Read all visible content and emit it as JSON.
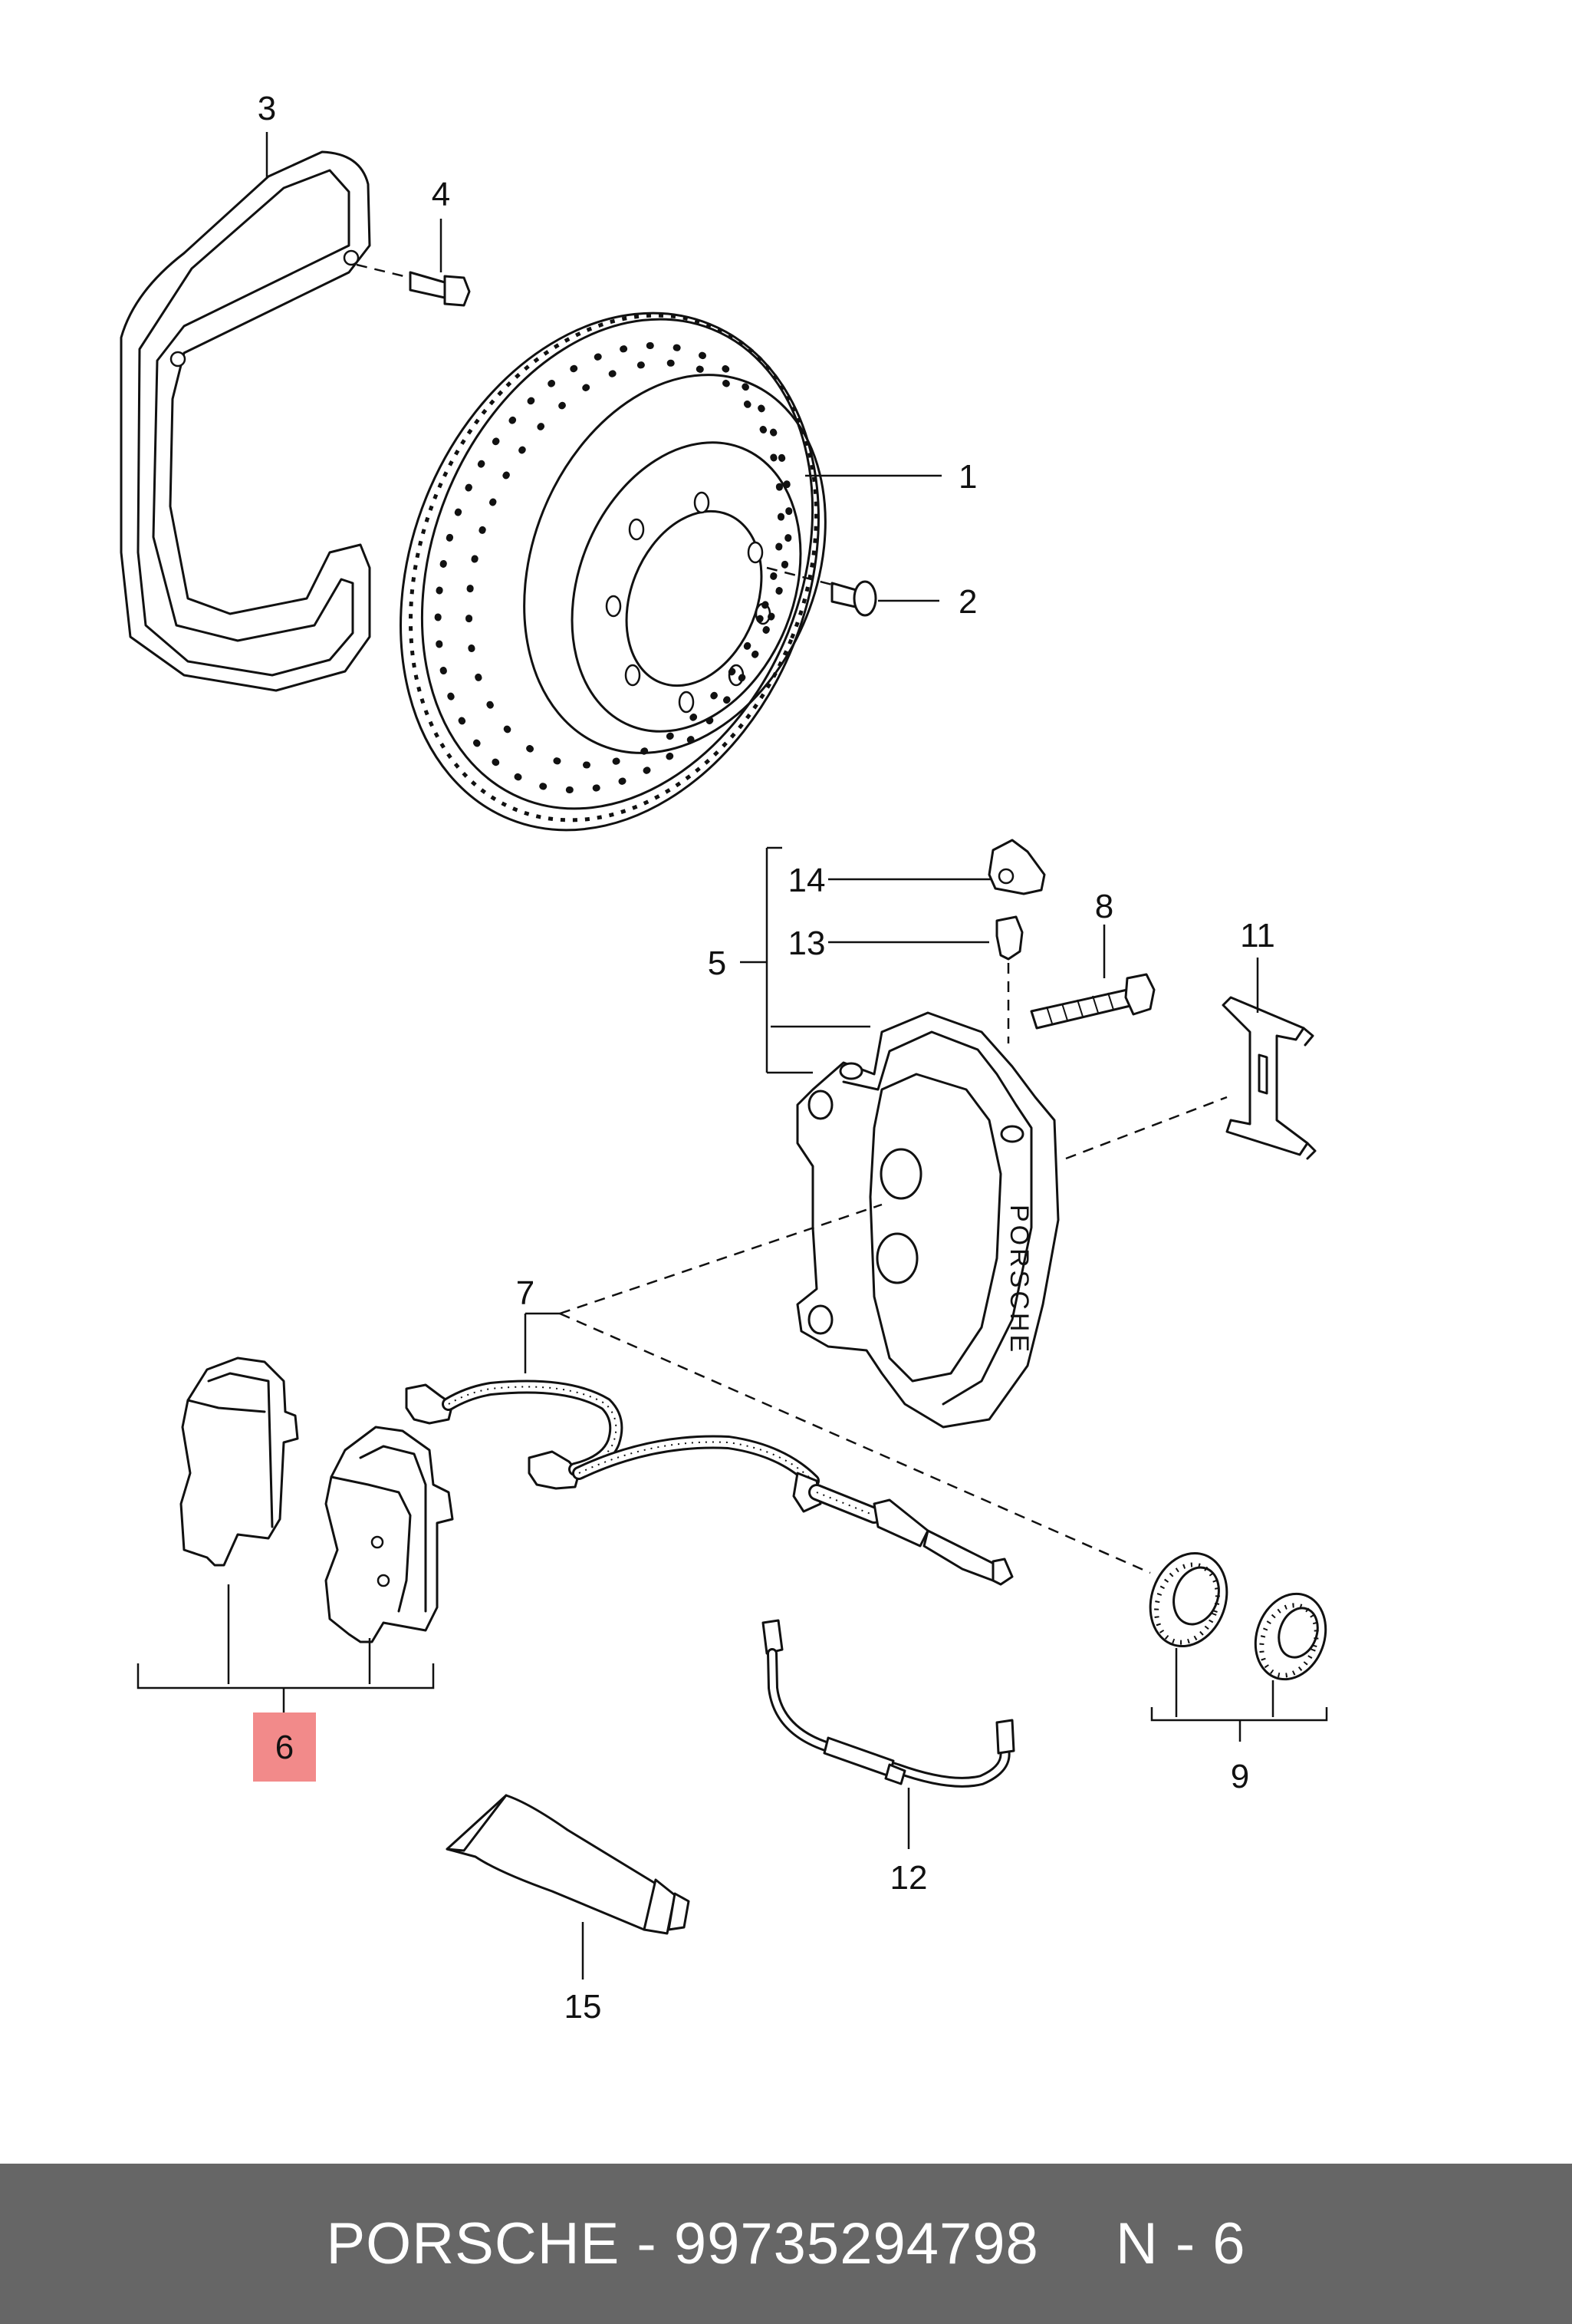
{
  "diagram": {
    "callouts": [
      {
        "id": "1",
        "label": "1"
      },
      {
        "id": "2",
        "label": "2"
      },
      {
        "id": "3",
        "label": "3"
      },
      {
        "id": "4",
        "label": "4"
      },
      {
        "id": "5",
        "label": "5"
      },
      {
        "id": "6",
        "label": "6",
        "highlighted": true
      },
      {
        "id": "7",
        "label": "7"
      },
      {
        "id": "8",
        "label": "8"
      },
      {
        "id": "9",
        "label": "9"
      },
      {
        "id": "11",
        "label": "11"
      },
      {
        "id": "12",
        "label": "12"
      },
      {
        "id": "13",
        "label": "13"
      },
      {
        "id": "14",
        "label": "14"
      },
      {
        "id": "15",
        "label": "15"
      }
    ],
    "caliper_marking": "PORSCHE",
    "highlight_color": "#f28a8a"
  },
  "footer": {
    "brand": "PORSCHE",
    "separator": " - ",
    "part_number": "99735294798",
    "position": "N - 6",
    "background_color": "#666666",
    "text_color": "#ffffff"
  }
}
